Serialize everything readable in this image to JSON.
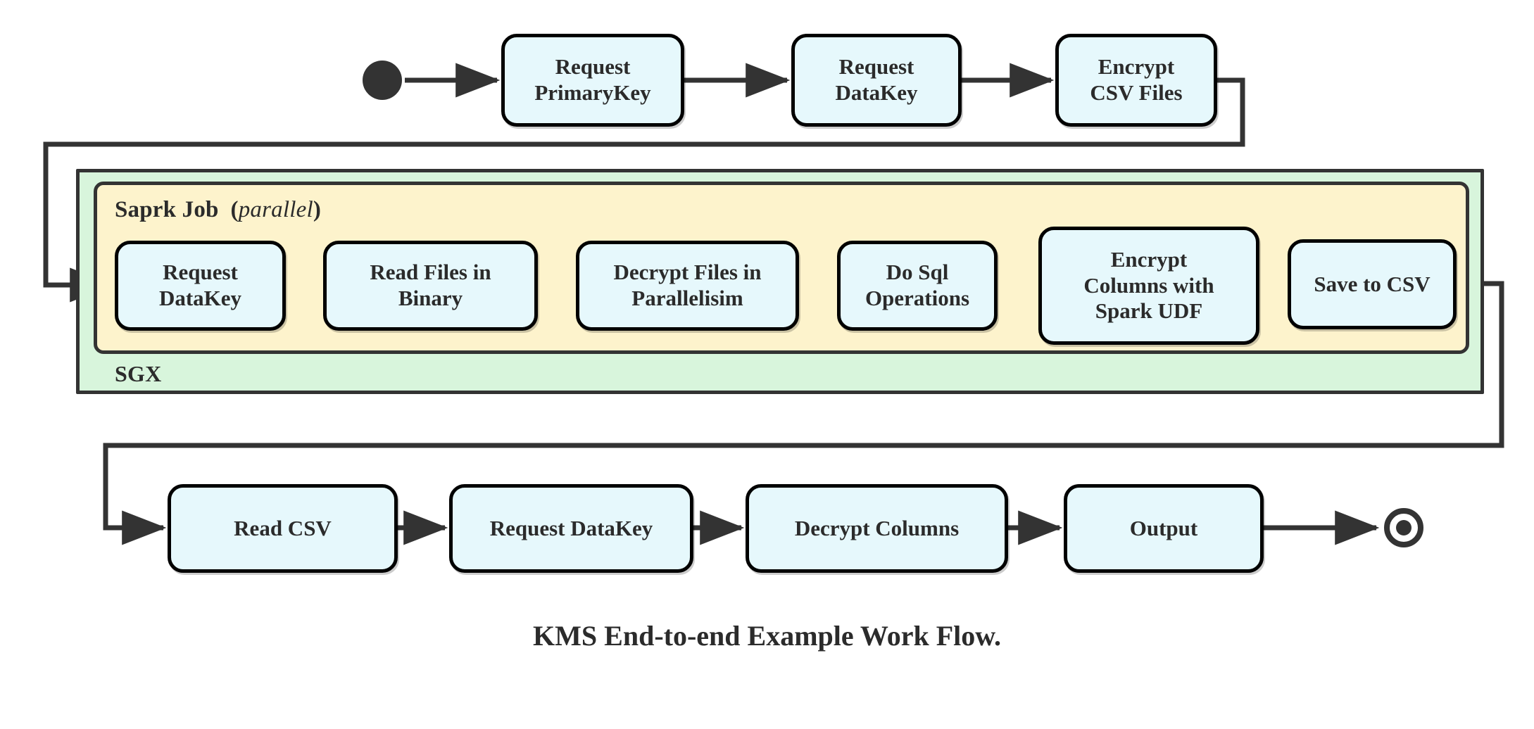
{
  "diagram": {
    "caption": "KMS End-to-end Example Work Flow.",
    "containers": {
      "outer": {
        "label": "SGX",
        "color": "#d8f5dc"
      },
      "inner": {
        "label": "Saprk Job",
        "modifier": "parallel",
        "open_paren": "(",
        "close_paren": ")",
        "color": "#fdf3cc"
      }
    },
    "terminals": {
      "start": "start-node",
      "end": "end-node"
    },
    "node_fill": "#e6f8fc",
    "node_stroke": "#000000",
    "edge_color": "#333333",
    "rows": {
      "top": [
        {
          "id": "request-primarykey",
          "lines": [
            "Request",
            "PrimaryKey"
          ]
        },
        {
          "id": "request-datakey-top",
          "lines": [
            "Request",
            "DataKey"
          ]
        },
        {
          "id": "encrypt-csv-files",
          "lines": [
            "Encrypt",
            "CSV Files"
          ]
        }
      ],
      "spark": [
        {
          "id": "request-datakey-spark",
          "lines": [
            "Request",
            "DataKey"
          ]
        },
        {
          "id": "read-files-in-binary",
          "lines": [
            "Read Files in",
            "Binary"
          ]
        },
        {
          "id": "decrypt-files-in-parallelisim",
          "lines": [
            "Decrypt Files in",
            "Parallelisim"
          ]
        },
        {
          "id": "do-sql-operations",
          "lines": [
            "Do Sql",
            "Operations"
          ]
        },
        {
          "id": "encrypt-columns-with-spark-udf",
          "lines": [
            "Encrypt",
            "Columns with",
            "Spark UDF"
          ]
        },
        {
          "id": "save-to-csv",
          "lines": [
            "Save to CSV"
          ]
        }
      ],
      "bottom": [
        {
          "id": "read-csv",
          "lines": [
            "Read CSV"
          ]
        },
        {
          "id": "request-datakey-bottom",
          "lines": [
            "Request DataKey"
          ]
        },
        {
          "id": "decrypt-columns",
          "lines": [
            "Decrypt Columns"
          ]
        },
        {
          "id": "output",
          "lines": [
            "Output"
          ]
        }
      ]
    }
  }
}
